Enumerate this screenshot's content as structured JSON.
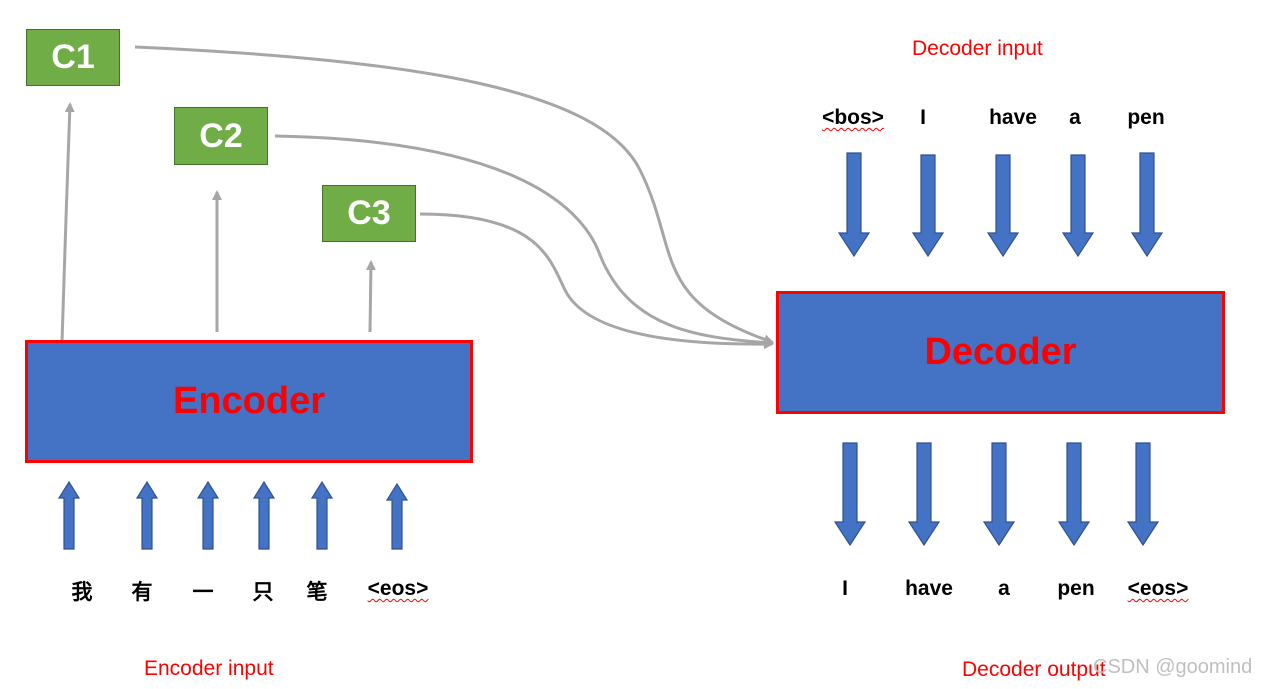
{
  "context_boxes": [
    "C1",
    "C2",
    "C3"
  ],
  "encoder": {
    "label": "Encoder",
    "caption": "Encoder input",
    "tokens": [
      "我",
      "有",
      "一",
      "只",
      "笔",
      "<eos>"
    ]
  },
  "decoder": {
    "label": "Decoder",
    "input_caption": "Decoder input",
    "output_caption": "Decoder output",
    "input_tokens": [
      "<bos>",
      "I",
      "have",
      "a",
      "pen"
    ],
    "output_tokens": [
      "I",
      "have",
      "a",
      "pen",
      "<eos>"
    ]
  },
  "watermark": "CSDN @goomind",
  "colors": {
    "block_fill": "#4472c4",
    "block_border": "#ff0000",
    "context_fill": "#70ad47",
    "connector": "#a6a6a6",
    "caption": "#ff0000"
  }
}
